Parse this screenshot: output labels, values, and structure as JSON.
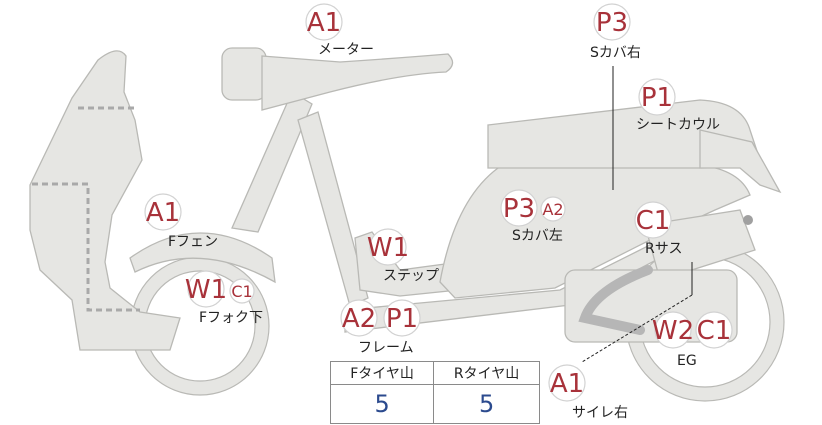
{
  "colors": {
    "grade": "#a8323a",
    "value": "#2b4a8e",
    "part": "#e6e6e3"
  },
  "marks": {
    "meter": "A1",
    "s_cover_right": "P3",
    "seat_cowl": "P1",
    "f_fender": "A1",
    "s_cover_left": "P3",
    "s_cover_left_extra": "A2",
    "r_suspension": "C1",
    "step": "W1",
    "f_fork": "W1",
    "f_fork_extra": "C1",
    "frame_a": "A2",
    "frame_b": "P1",
    "eg_a": "W2",
    "eg_b": "C1",
    "side_mirror_right": "A1"
  },
  "labels": {
    "meter": "メーター",
    "s_cover_right": "Sカバ右",
    "seat_cowl": "シートカウル",
    "f_fender": "Fフェン",
    "s_cover_left": "Sカバ左",
    "r_suspension": "Rサス",
    "step": "ステップ",
    "f_fork": "Fフォク下",
    "frame": "フレーム",
    "eg": "EG",
    "side_mirror_right": "サイレ右"
  },
  "tread": {
    "front_header": "Fタイヤ山",
    "rear_header": "Rタイヤ山",
    "front_value": "5",
    "rear_value": "5"
  }
}
